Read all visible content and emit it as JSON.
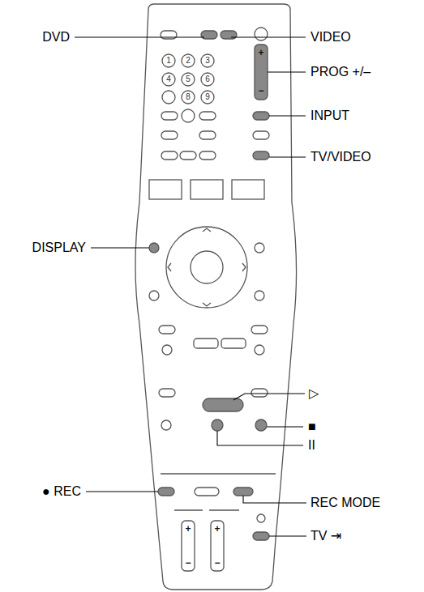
{
  "diagram": {
    "labels": [
      "DVD",
      "VIDEO",
      "PROG +/–",
      "INPUT",
      "TV/VIDEO",
      "DISPLAY",
      "▷",
      "■",
      "II",
      "● REC",
      "REC MODE",
      "TV ⇥",
      "1",
      "2",
      "3",
      "4",
      "5",
      "6",
      "8",
      "9",
      "+",
      "−",
      "+",
      "−",
      "+",
      "−"
    ]
  }
}
